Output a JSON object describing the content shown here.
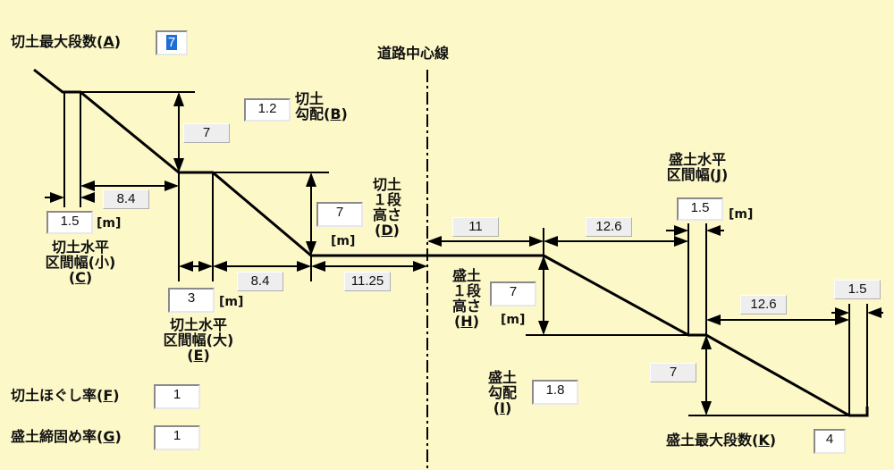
{
  "cut_max_steps": {
    "label": "切土最大段数",
    "key": "A",
    "value": "7"
  },
  "centerline_label": "道路中心線",
  "cut_slope": {
    "label": "切土\n勾配",
    "key": "B",
    "value": "1.2"
  },
  "cut_step_height": {
    "label": "切土\n１段\n高さ",
    "key": "D",
    "value": "7",
    "unit": "[m]"
  },
  "cut_horiz_small": {
    "label": "切土水平\n区間幅(小)",
    "key": "C",
    "value": "1.5",
    "unit": "[m]"
  },
  "cut_horiz_large": {
    "label": "切土水平\n区間幅(大)",
    "key": "E",
    "value": "3",
    "unit": "[m]"
  },
  "cut_loosen_rate": {
    "label": "切土ほぐし率",
    "key": "F",
    "value": "1"
  },
  "fill_compact_rate": {
    "label": "盛土締固め率",
    "key": "G",
    "value": "1"
  },
  "fill_step_height": {
    "label": "盛土\n１段\n高さ",
    "key": "H",
    "value": "7",
    "unit": "[m]"
  },
  "fill_slope": {
    "label": "盛土\n勾配",
    "key": "I",
    "value": "1.8"
  },
  "fill_horiz": {
    "label": "盛土水平\n区間幅",
    "key": "J",
    "value": "1.5",
    "unit": "[m]"
  },
  "fill_max_steps": {
    "label": "盛土最大段数",
    "key": "K",
    "value": "4"
  },
  "dimensions": {
    "cut_height_upper": "7",
    "cut_run_upper": "8.4",
    "cut_run_lower": "8.4",
    "cut_to_center": "11.25",
    "center_to_fill": "11",
    "fill_run_upper": "12.6",
    "fill_run_lower": "12.6",
    "fill_height_lower": "7",
    "fill_bench_lower": "1.5"
  }
}
